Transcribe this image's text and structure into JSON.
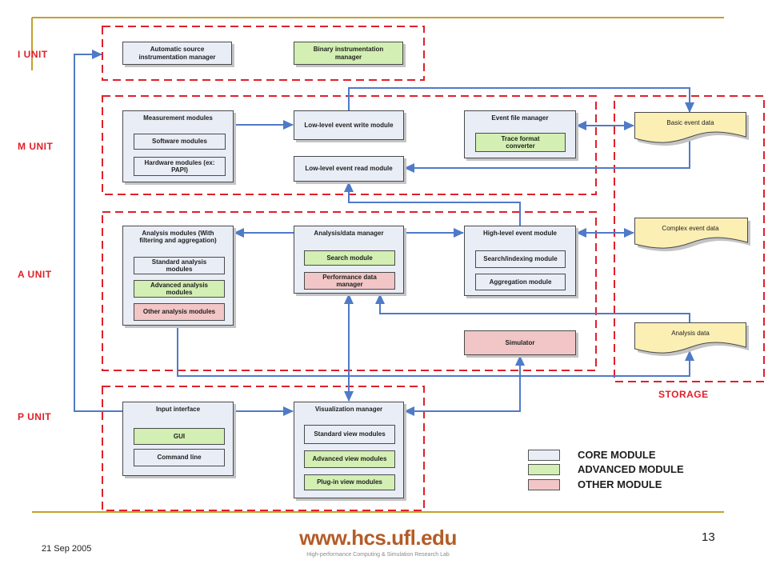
{
  "colors": {
    "core": "#e9edf6",
    "advanced": "#d3efb3",
    "other": "#f2c6c6",
    "unit_label": "#e0202a",
    "arrow": "#4f7ac7",
    "rule": "#c3a02e",
    "document": "#fcefb4"
  },
  "units": {
    "i_unit": "I UNIT",
    "m_unit": "M UNIT",
    "a_unit": "A UNIT",
    "p_unit": "P UNIT",
    "storage": "STORAGE"
  },
  "i_unit": {
    "automatic_source": "Automatic source instrumentation manager",
    "binary": "Binary instrumentation manager"
  },
  "m_unit": {
    "measurement": {
      "title": "Measurement modules",
      "software": "Software modules",
      "hardware": "Hardware modules (ex: PAPI)"
    },
    "write": "Low-level event write module",
    "read": "Low-level event read module",
    "event_file": {
      "title": "Event file manager",
      "trace": "Trace format converter"
    }
  },
  "a_unit": {
    "analysis": {
      "title": "Analysis modules (With filtering and aggregation)",
      "standard": "Standard analysis modules",
      "advanced": "Advanced analysis modules",
      "other": "Other analysis modules"
    },
    "manager": {
      "title": "Analysis/data manager",
      "search": "Search module",
      "performance": "Performance data manager"
    },
    "high_level": {
      "title": "High-level event module",
      "search_indexing": "Search/indexing module",
      "aggregation": "Aggregation module"
    },
    "simulator": "Simulator"
  },
  "storage": {
    "basic": "Basic event data",
    "complex": "Complex event data",
    "analysis": "Analysis data"
  },
  "p_unit": {
    "input": {
      "title": "Input interface",
      "gui": "GUI",
      "command_line": "Command line"
    },
    "visualization": {
      "title": "Visualization manager",
      "standard": "Standard view modules",
      "advanced": "Advanced view modules",
      "plugin": "Plug-in view modules"
    }
  },
  "legend": {
    "core": "CORE MODULE",
    "advanced": "ADVANCED MODULE",
    "other": "OTHER MODULE"
  },
  "footer": {
    "date": "21 Sep 2005",
    "page_number": "13",
    "logo_text": "www.hcs.ufl.edu",
    "logo_tagline": "High-performance Computing & Simulation Research Lab"
  }
}
